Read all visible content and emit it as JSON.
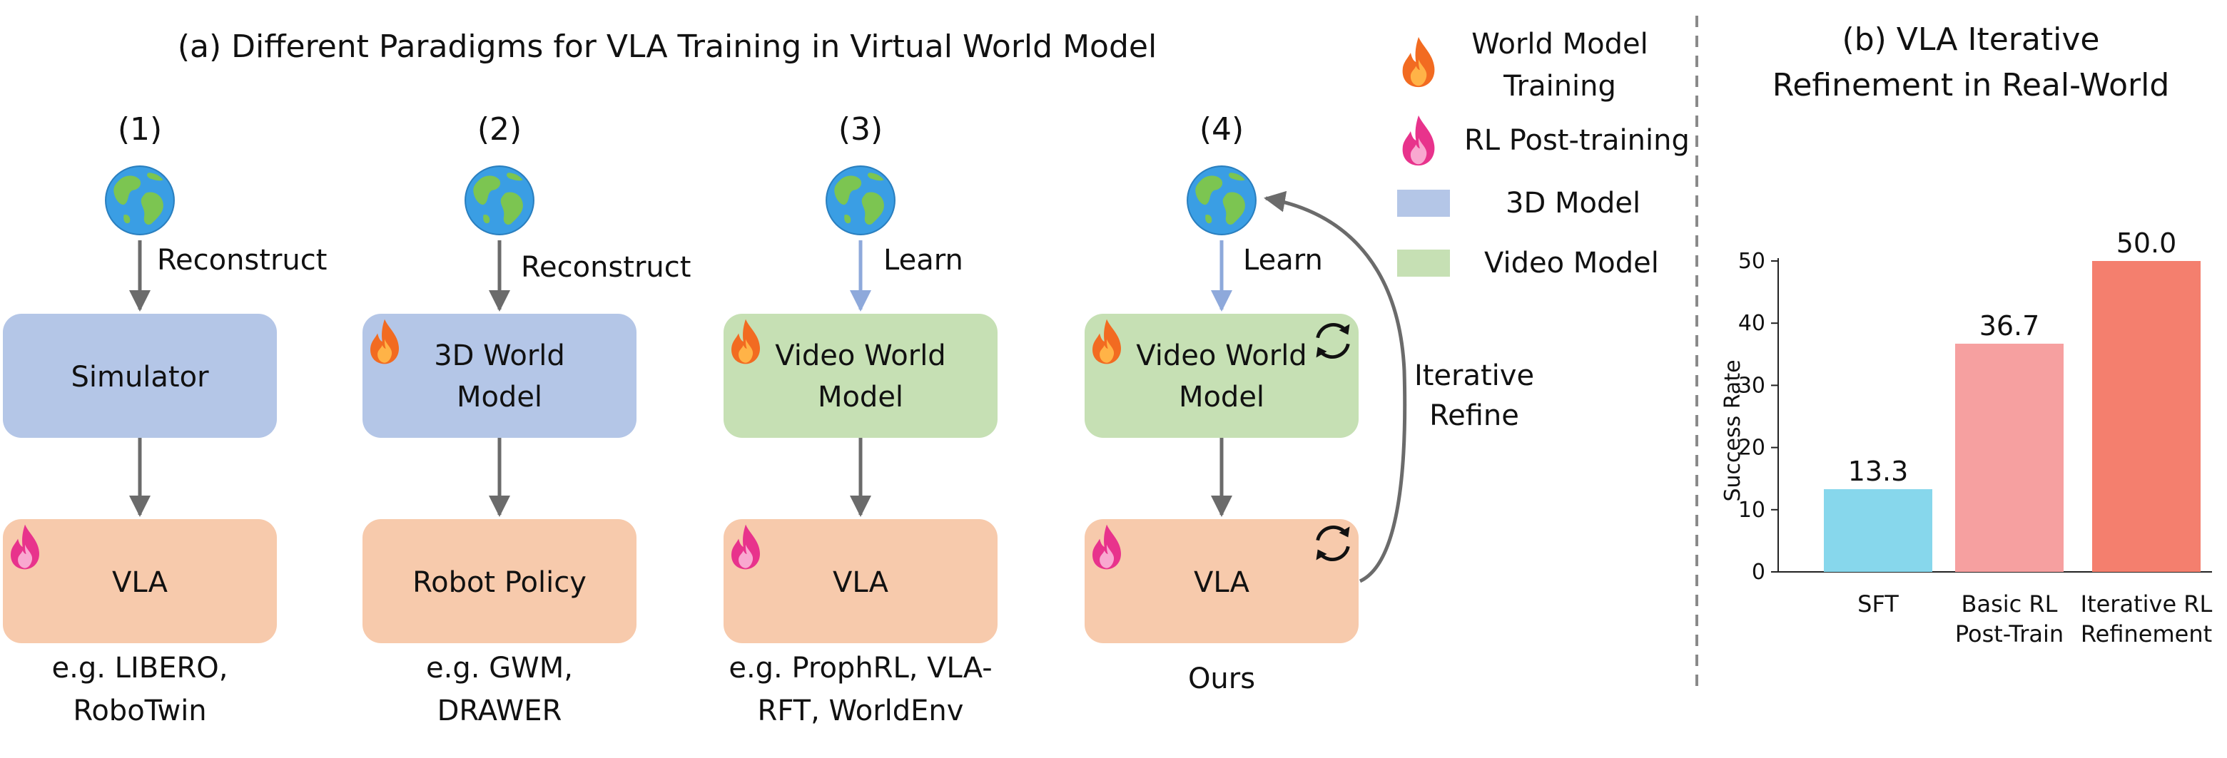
{
  "panel_a": {
    "title": "(a) Different Paradigms for VLA Training in Virtual World Model",
    "columns": [
      {
        "number": "(1)",
        "edge_label": "Reconstruct",
        "model_lines": [
          "Simulator"
        ],
        "policy_label": "VLA",
        "example_lines": [
          "e.g. LIBERO,",
          "RoboTwin"
        ]
      },
      {
        "number": "(2)",
        "edge_label": "Reconstruct",
        "model_lines": [
          "3D World",
          "Model"
        ],
        "policy_label": "Robot Policy",
        "example_lines": [
          "e.g. GWM,",
          "DRAWER"
        ]
      },
      {
        "number": "(3)",
        "edge_label": "Learn",
        "model_lines": [
          "Video World",
          "Model"
        ],
        "policy_label": "VLA",
        "example_lines": [
          "e.g. ProphRL, VLA-",
          "RFT, WorldEnv"
        ]
      },
      {
        "number": "(4)",
        "edge_label": "Learn",
        "model_lines": [
          "Video World",
          "Model"
        ],
        "policy_label": "VLA",
        "example_lines": [
          "Ours"
        ]
      }
    ],
    "iterative_label_lines": [
      "Iterative",
      "Refine"
    ]
  },
  "legend": {
    "world_model_training_lines": [
      "World Model",
      "Training"
    ],
    "rl_post_training": "RL Post-training",
    "model_3d": "3D Model",
    "video_model": "Video Model"
  },
  "colors": {
    "model_3d": "#b4c6e7",
    "video_model": "#c6e0b4",
    "policy": "#f7caac",
    "fire_orange": "#f26b21",
    "fire_pink": "#e8338c",
    "arrow_blue": "#8ea9db"
  },
  "panel_b": {
    "title_lines": [
      "(b) VLA Iterative",
      "Refinement in Real-World"
    ]
  },
  "chart_data": {
    "type": "bar",
    "title": "(b) VLA Iterative Refinement in Real-World",
    "xlabel": "",
    "ylabel": "Success Rate",
    "ylim": [
      0,
      50
    ],
    "yticks": [
      0,
      10,
      20,
      30,
      40,
      50
    ],
    "grid": false,
    "categories": [
      [
        "SFT"
      ],
      [
        "Basic RL",
        "Post-Train"
      ],
      [
        "Iterative RL",
        "Refinement"
      ]
    ],
    "values": [
      13.3,
      36.7,
      50.0
    ],
    "value_labels": [
      "13.3",
      "36.7",
      "50.0"
    ],
    "bar_colors": [
      "#87d7ec",
      "#f6a0a0",
      "#f47f6e"
    ]
  }
}
